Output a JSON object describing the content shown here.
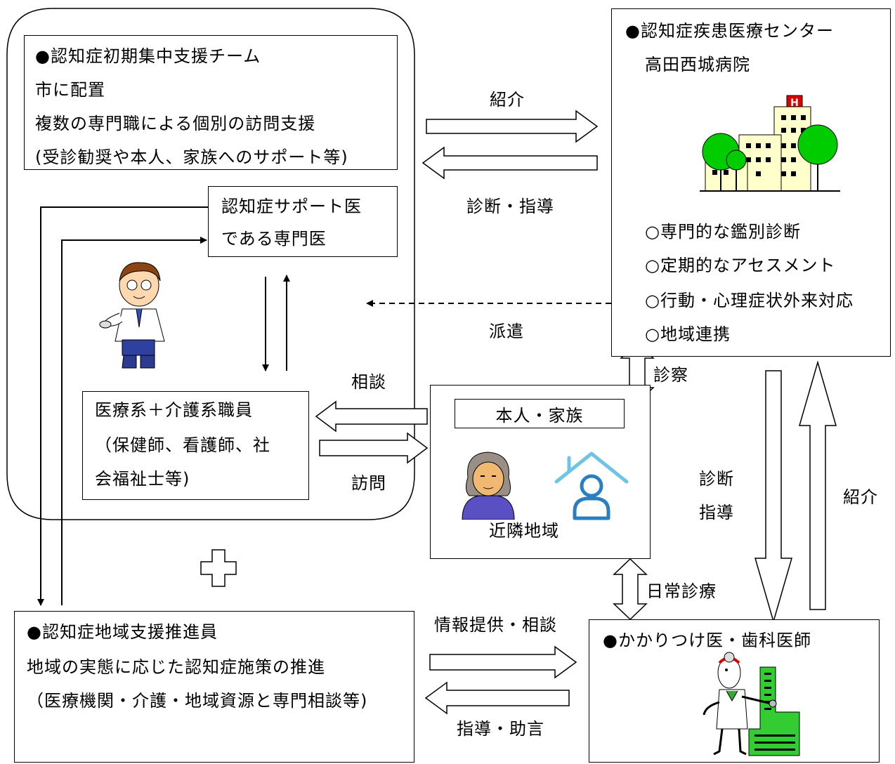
{
  "team": {
    "title": "●認知症初期集中支援チーム",
    "line1": "市に配置",
    "line2": "複数の専門職による個別の訪問支援",
    "line3": "(受診勧奨や本人、家族へのサポート等)"
  },
  "support_doctor": {
    "line1": "認知症サポート医",
    "line2": "である専門医"
  },
  "staff": {
    "line1": "医療系＋介護系職員",
    "line2": "（保健師、看護師、社",
    "line3": "会福祉士等)"
  },
  "center": {
    "title": "●認知症疾患医療センター",
    "hospital": "高田西城病院",
    "items": [
      "○専門的な鑑別診断",
      "○定期的なアセスメント",
      "○行動・心理症状外来対応",
      "○地域連携"
    ]
  },
  "family": {
    "label": "本人・家族",
    "area": "近隣地域"
  },
  "promoter": {
    "title": "●認知症地域支援推進員",
    "line1": "地域の実態に応じた認知症施策の推進",
    "line2": "（医療機関・介護・地域資源と専門相談等)"
  },
  "gp": {
    "title": "●かかりつけ医・歯科医師"
  },
  "arrows": {
    "referral_top": "紹介",
    "diagnosis_guidance": "診断・指導",
    "dispatch": "派遣",
    "consult": "相談",
    "visit": "訪問",
    "exam": "診察",
    "diag": "診断",
    "guide": "指導",
    "referral_right": "紹介",
    "daily_care": "日常診療",
    "info_consult": "情報提供・相談",
    "guidance_advice": "指導・助言"
  }
}
